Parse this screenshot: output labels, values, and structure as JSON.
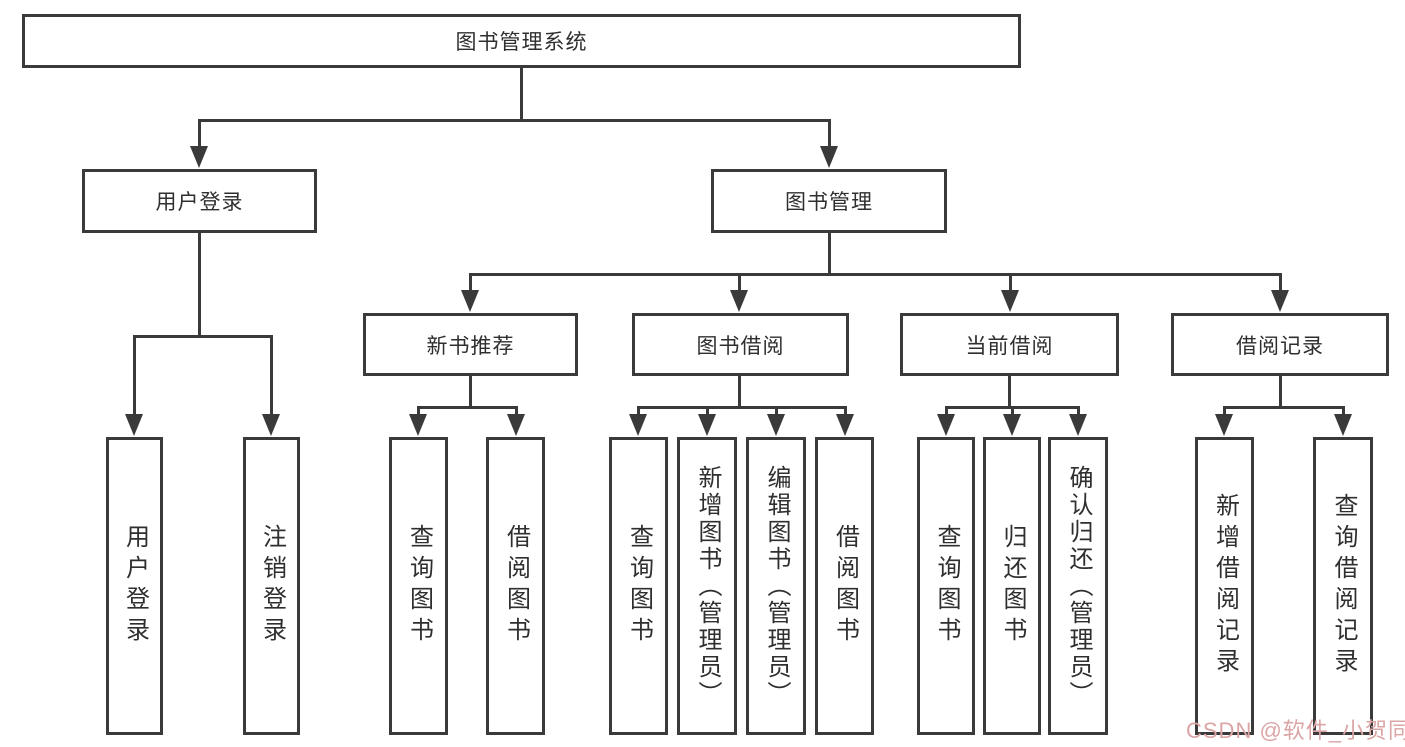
{
  "diagram": {
    "root_label": "图书管理系统",
    "user_login": {
      "label": "用户登录",
      "children": {
        "login": "用户登录",
        "logout": "注销登录"
      }
    },
    "book_management": {
      "label": "图书管理",
      "new_book_recommend": {
        "label": "新书推荐",
        "children": {
          "query_books": "查询图书",
          "borrow_books": "借阅图书"
        }
      },
      "book_borrow": {
        "label": "图书借阅",
        "children": {
          "query_books": "查询图书",
          "add_books": "新增图书（管理员）",
          "edit_books": "编辑图书（管理员）",
          "borrow_books": "借阅图书"
        }
      },
      "current_borrow": {
        "label": "当前借阅",
        "children": {
          "query_books": "查询图书",
          "return_books": "归还图书",
          "confirm_return": "确认归还（管理员）"
        }
      },
      "borrow_records": {
        "label": "借阅记录",
        "children": {
          "add_record": "新增借阅记录",
          "query_record": "查询借阅记录"
        }
      }
    },
    "watermark": "CSDN @软件_小贺同学"
  }
}
